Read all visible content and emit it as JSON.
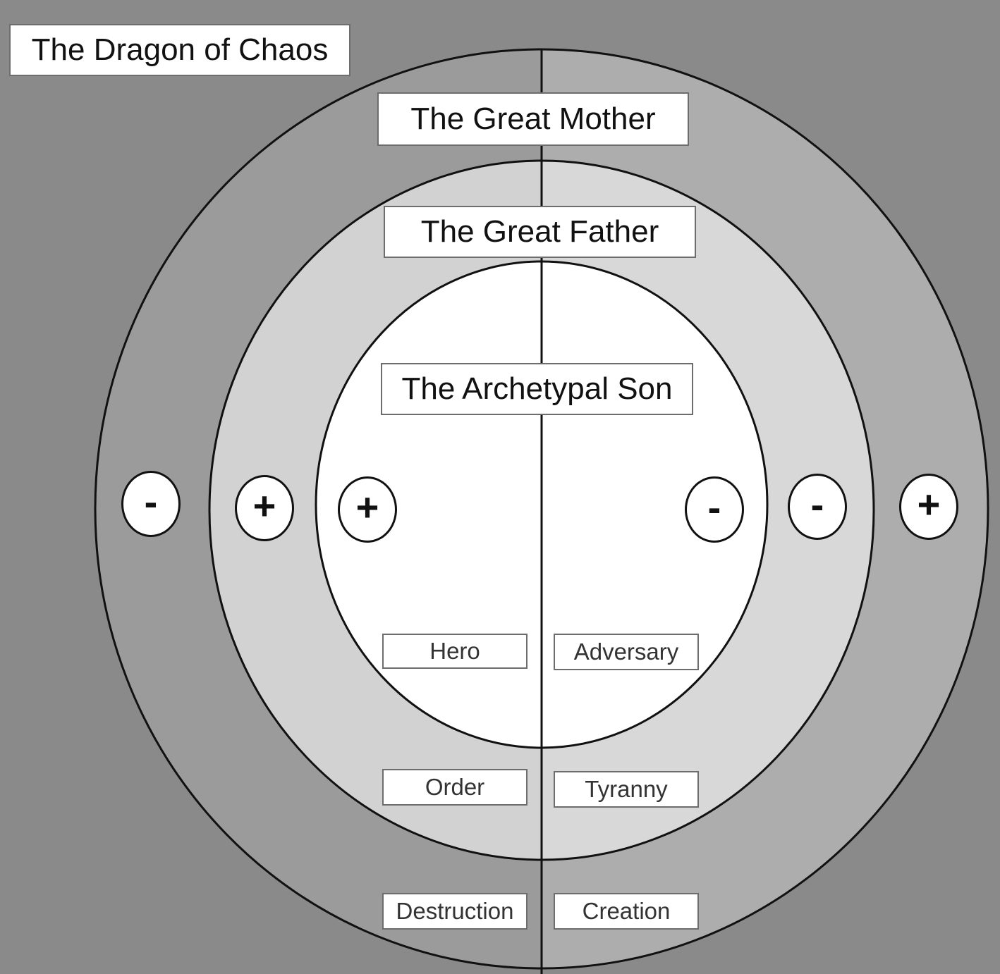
{
  "labels": {
    "dragon": "The Dragon of Chaos",
    "mother": "The Great Mother",
    "father": "The Great Father",
    "son": "The Archetypal Son",
    "hero": "Hero",
    "adversary": "Adversary",
    "order": "Order",
    "tyranny": "Tyranny",
    "destruction": "Destruction",
    "creation": "Creation"
  },
  "signs": {
    "mother_left": "-",
    "father_left": "+",
    "son_left": "+",
    "son_right": "-",
    "father_right": "-",
    "mother_right": "+"
  },
  "colors": {
    "background": "#8a8a8a",
    "outer_ring_left": "#9b9b9b",
    "outer_ring_right": "#adadad",
    "middle_ring_left": "#d2d2d2",
    "middle_ring_right": "#d8d8d8",
    "inner_circle": "#ffffff"
  }
}
